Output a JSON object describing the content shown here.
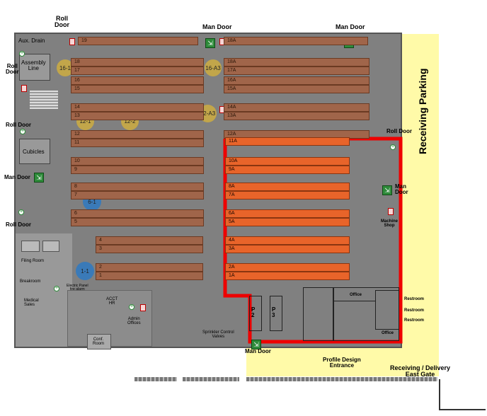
{
  "colors": {
    "building_gray": "#808080",
    "yellow_zone": "#fffaa8",
    "rack_gray": "#a0654a",
    "rack_orange": "#e8642a",
    "red_boundary": "#ee0000",
    "exit_green": "#2e8b3a",
    "column_gray": "#c2a64a",
    "column_blue": "#3a7ab8"
  },
  "labels": {
    "roll_door_top": "Roll\nDoor",
    "roll_door_left1": "Roll\nDoor",
    "roll_door_left2": "Roll Door",
    "roll_door_left3": "Roll Door",
    "roll_door_right": "Roll Door",
    "man_door_top1": "Man Door",
    "man_door_top2": "Man Door",
    "man_door_left": "Man Door",
    "man_door_right": "Man\nDoor",
    "man_door_bottom": "Man Door",
    "aux_drain": "Aux. Drain",
    "assembly_line": "Assembly\nLine",
    "cubicles": "Cubicles",
    "filing_room": "Filing Room",
    "breakroom": "Breakroom",
    "medical_sales": "Medical\nSales",
    "electric_panel": "Electric Panel\nfire alarm",
    "acct_hr": "ACCT\nHR",
    "admin_offices": "Admin\nOffices",
    "conference_room": "Conf.\nRoom",
    "sprinkler": "Sprinkler Control\nValves",
    "receiving_parking": "Receiving Parking",
    "machine_shop": "Machine\nShop",
    "office1": "Office",
    "office2": "Office",
    "restroom1": "Restroom",
    "restroom2": "Restroom",
    "restroom3": "Restroom",
    "p2": "P\n2",
    "p3": "P\n3",
    "profile_entrance": "Profile Design\nEntrance",
    "receiving_delivery": "Receiving / Delivery\nEast Gate"
  },
  "columns": {
    "c16_1": "16-1",
    "c16_a3": "16-A3",
    "c12_1": "12-1",
    "c12_2": "12-2",
    "c12_a3": "12-A3",
    "c6_1": "6-1",
    "c1_1": "1-1"
  },
  "racks_left": [
    "19",
    "18",
    "17",
    "16",
    "15",
    "14",
    "13",
    "12",
    "11",
    "10",
    "9",
    "8",
    "7",
    "6",
    "5",
    "4",
    "3",
    "2",
    "1"
  ],
  "racks_right_gray": [
    "18A",
    "18A",
    "17A",
    "16A",
    "15A",
    "14A",
    "13A",
    "12A"
  ],
  "racks_right_orange": [
    "11A",
    "10A",
    "9A",
    "8A",
    "7A",
    "6A",
    "5A",
    "4A",
    "3A",
    "2A",
    "1A"
  ]
}
